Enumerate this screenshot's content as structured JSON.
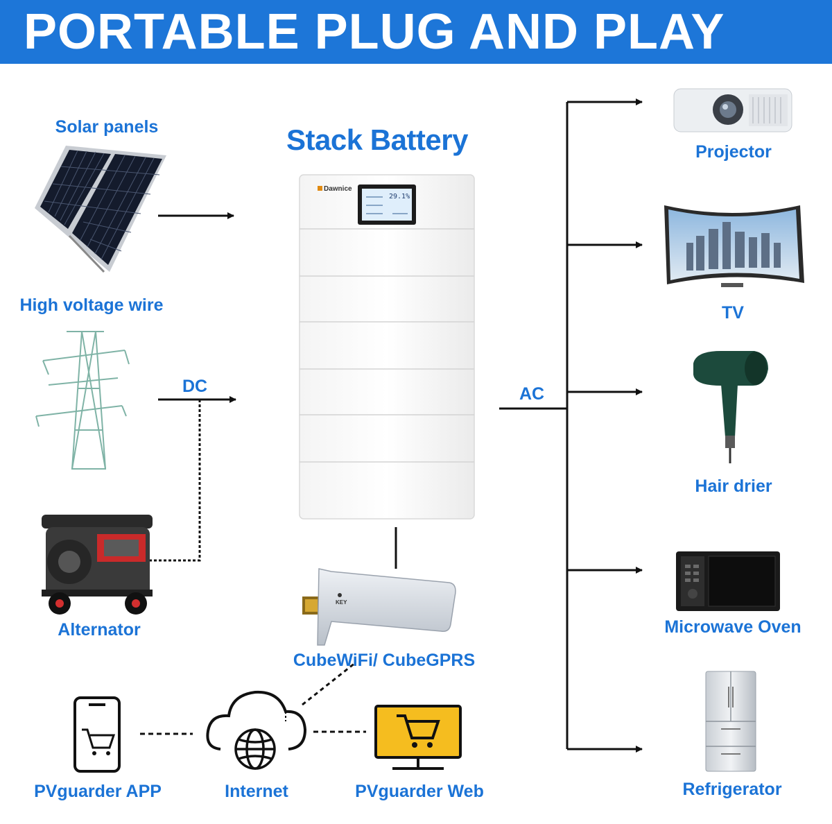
{
  "banner": {
    "title": "PORTABLE PLUG AND PLAY"
  },
  "center": {
    "title": "Stack Battery",
    "brand": "Dawnice",
    "screen_value": "29.1%",
    "dongle_key": "KEY",
    "dongle_label": "CubeWiFi/ CubeGPRS"
  },
  "sources": {
    "solar": "Solar panels",
    "grid": "High voltage wire",
    "generator": "Alternator"
  },
  "links": {
    "dc": "DC",
    "ac": "AC"
  },
  "loads": {
    "projector": "Projector",
    "tv": "TV",
    "hair": "Hair drier",
    "microwave": "Microwave Oven",
    "fridge": "Refrigerator"
  },
  "network": {
    "app": "PVguarder APP",
    "internet": "Internet",
    "web": "PVguarder Web"
  },
  "colors": {
    "accent": "#1d76d8",
    "label": "#1b73d6",
    "line": "#111111",
    "web_yellow": "#f5bd1f"
  }
}
